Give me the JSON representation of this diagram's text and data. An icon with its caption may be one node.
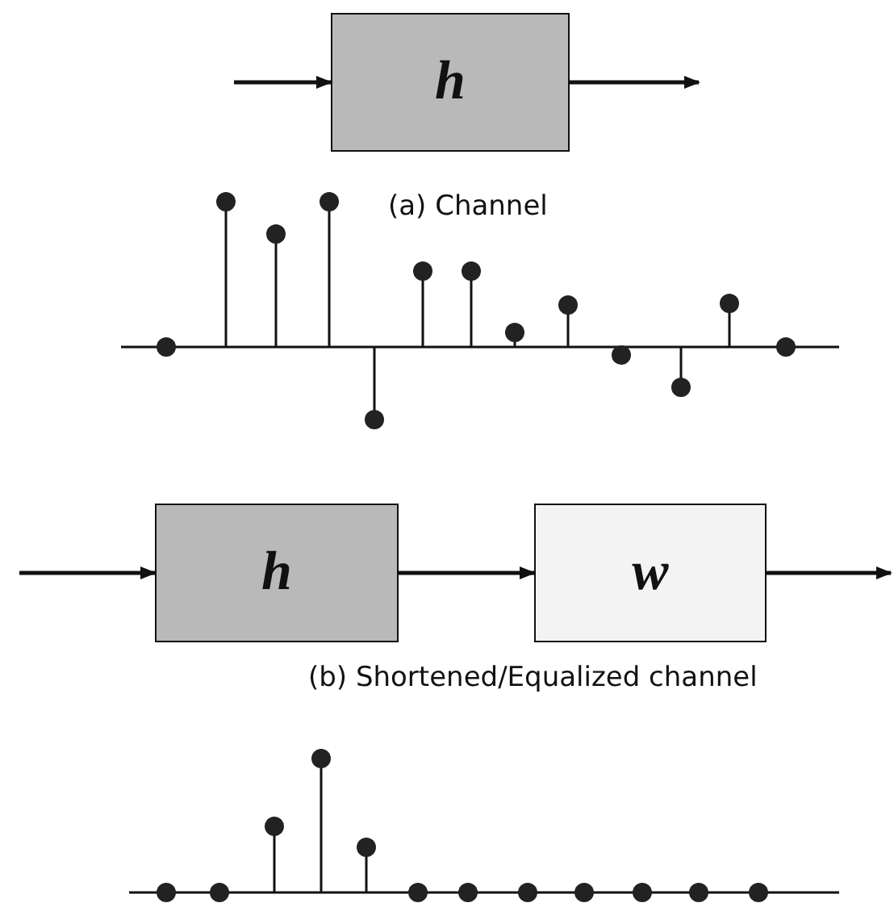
{
  "diagram": {
    "nodes": [
      {
        "text": [
          "h"
        ]
      },
      {
        "text": [
          "h"
        ]
      },
      {
        "text": [
          "w"
        ]
      }
    ],
    "edges": [
      {
        "from": null,
        "to": 0,
        "arrow": "to"
      },
      {
        "from": 0,
        "to": null,
        "arrow": "to"
      },
      {
        "from": null,
        "to": 1,
        "arrow": "to"
      },
      {
        "from": 1,
        "to": 2,
        "arrow": "to"
      },
      {
        "from": 2,
        "to": null,
        "arrow": "to"
      }
    ],
    "labels": [
      "(a) Channel",
      "(b) Shortened/Equalized channel"
    ]
  }
}
